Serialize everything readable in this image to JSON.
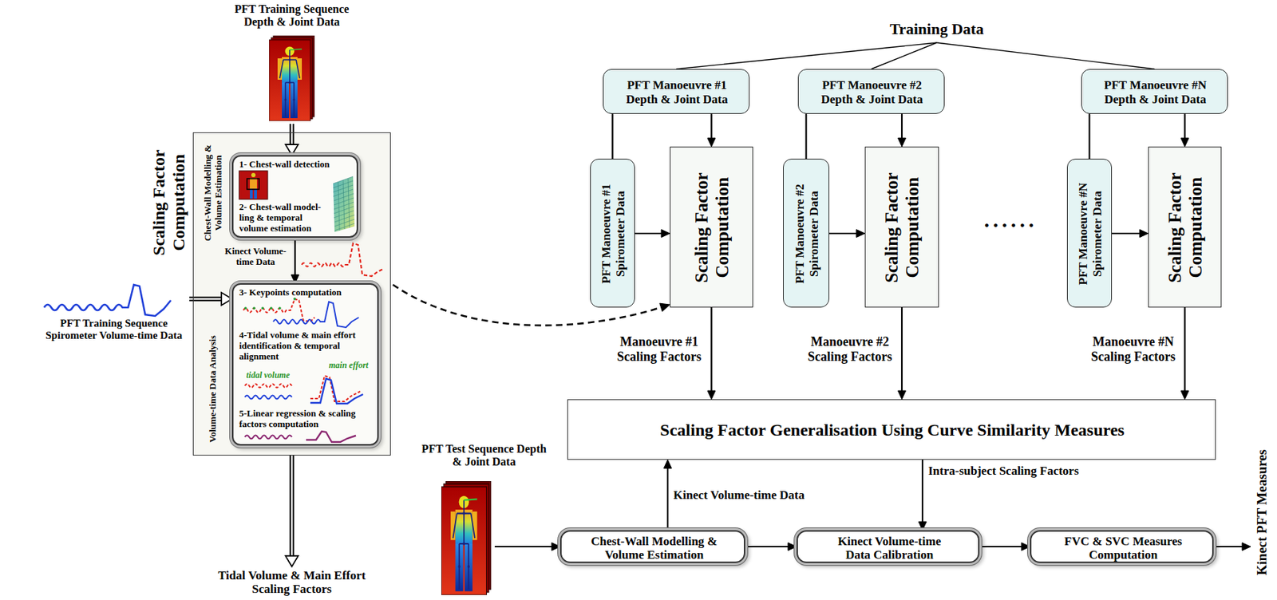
{
  "diagram": {
    "nodes": [
      {
        "text": [
          "PFT Training Sequence Depth & Joint Data"
        ]
      },
      {
        "text": [
          "Scaling Factor Computation",
          "Chest-Wall Modelling & Volume Estimation",
          "Volume-time Data Analysis"
        ]
      },
      {
        "text": [
          "1- Chest-wall detection",
          "2- Chest-wall model-ling & temporal volume estimation"
        ],
        "in": 1
      },
      {
        "text": [
          "3- Keypoints computation",
          "4-Tidal volume & main effort identification & temporal alignment",
          "5-Linear regression & scaling factors computation"
        ],
        "in": 1
      },
      {
        "text": [
          "PFT Training Sequence Spirometer Volume-time Data"
        ]
      },
      {
        "text": [
          "Tidal Volume & Main Effort Scaling Factors"
        ]
      },
      {
        "text": [
          "PFT Manoeuvre #1 Depth & Joint Data"
        ]
      },
      {
        "text": [
          "PFT Manoeuvre #1 Spirometer Data"
        ]
      },
      {
        "text": [
          "Scaling Factor Computation"
        ]
      },
      {
        "text": [
          "PFT Manoeuvre #2 Depth & Joint Data"
        ]
      },
      {
        "text": [
          "PFT Manoeuvre #2 Spirometer Data"
        ]
      },
      {
        "text": [
          "Scaling Factor Computation"
        ]
      },
      {
        "text": [
          "PFT Manoeuvre #N Depth & Joint Data"
        ]
      },
      {
        "text": [
          "PFT Manoeuvre #N Spirometer Data"
        ]
      },
      {
        "text": [
          "Scaling Factor Computation"
        ]
      },
      {
        "text": [
          "Scaling Factor Generalisation Using Curve Similarity Measures"
        ]
      },
      {
        "text": [
          "PFT Test Sequence Depth & Joint Data"
        ]
      },
      {
        "text": [
          "Chest-Wall Modelling & Volume Estimation"
        ]
      },
      {
        "text": [
          "Kinect Volume-time Data Calibration"
        ]
      },
      {
        "text": [
          "FVC & SVC Measures Computation"
        ]
      },
      {
        "text": [
          "Kinect PFT Measures"
        ]
      }
    ],
    "edges": [
      {
        "from": 0,
        "to": 2,
        "arrow": "to"
      },
      {
        "from": 2,
        "to": 3,
        "label": "Kinect Volume-time Data",
        "arrow": "to"
      },
      {
        "from": 4,
        "to": 3,
        "arrow": "to"
      },
      {
        "from": 1,
        "to": 5,
        "arrow": "to"
      },
      {
        "from": 1,
        "to": 8,
        "arrow": "to"
      },
      {
        "from": 6,
        "to": 7,
        "arrow": "none"
      },
      {
        "from": 6,
        "to": 8,
        "arrow": "to"
      },
      {
        "from": 7,
        "to": 8,
        "arrow": "to"
      },
      {
        "from": 9,
        "to": 10,
        "arrow": "none"
      },
      {
        "from": 9,
        "to": 11,
        "arrow": "to"
      },
      {
        "from": 10,
        "to": 11,
        "arrow": "to"
      },
      {
        "from": 12,
        "to": 13,
        "arrow": "none"
      },
      {
        "from": 12,
        "to": 14,
        "arrow": "to"
      },
      {
        "from": 13,
        "to": 14,
        "arrow": "to"
      },
      {
        "from": 8,
        "to": 15,
        "label": "Manoeuvre #1 Scaling Factors",
        "arrow": "to"
      },
      {
        "from": 11,
        "to": 15,
        "label": "Manoeuvre #2 Scaling Factors",
        "arrow": "to"
      },
      {
        "from": 14,
        "to": 15,
        "label": "Manoeuvre #N Scaling Factors",
        "arrow": "to"
      },
      {
        "from": 16,
        "to": 17,
        "arrow": "to"
      },
      {
        "from": 17,
        "to": 15,
        "label": "Kinect Volume-time Data",
        "arrow": "to"
      },
      {
        "from": 15,
        "to": 18,
        "label": "Intra-subject Scaling Factors",
        "arrow": "to"
      },
      {
        "from": 17,
        "to": 18,
        "arrow": "to"
      },
      {
        "from": 18,
        "to": 19,
        "arrow": "to"
      },
      {
        "from": 19,
        "to": 20,
        "arrow": "to"
      }
    ],
    "labels": [
      "Training Data",
      "tidal volume",
      "main effort",
      "......"
    ]
  }
}
